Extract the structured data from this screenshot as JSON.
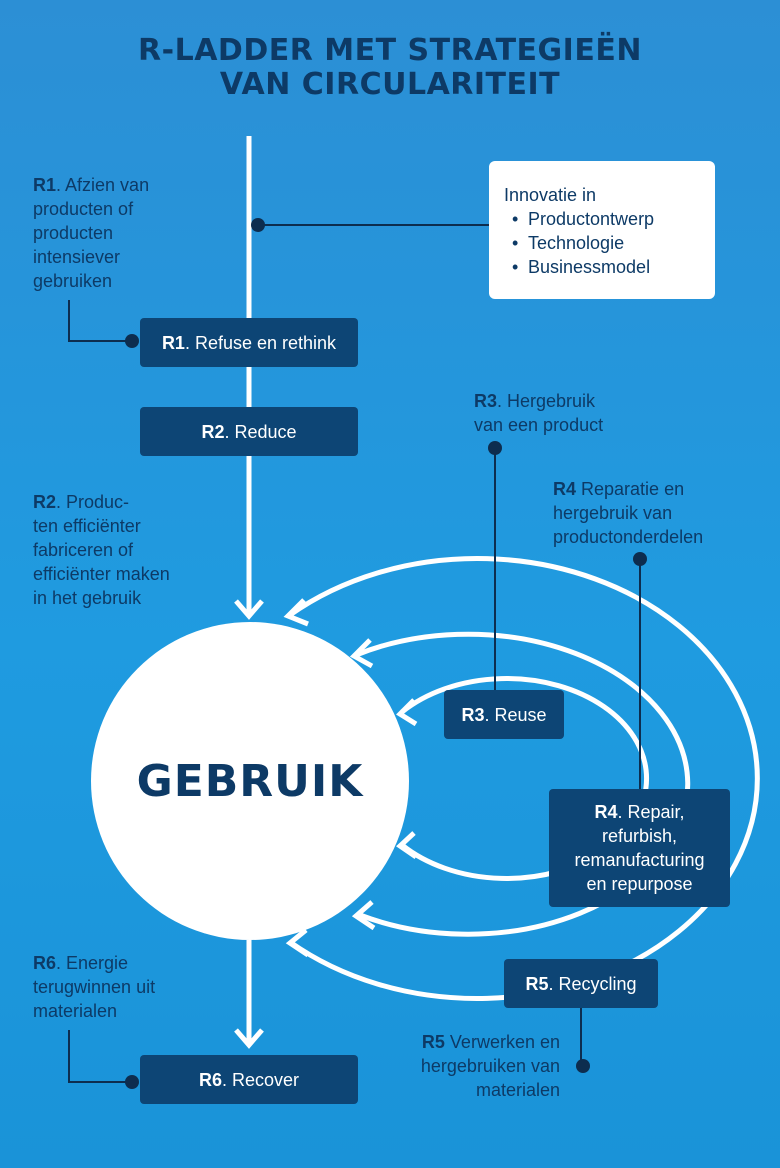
{
  "title": {
    "line1": "R-LADDER MET STRATEGIEËN",
    "line2": "VAN CIRCULARITEIT"
  },
  "innovation": {
    "heading": "Innovatie in",
    "items": [
      "Productontwerp",
      "Technologie",
      "Businessmodel"
    ]
  },
  "center_label": "GEBRUIK",
  "boxes": {
    "r1": {
      "code": "R1",
      "label": ". Refuse en rethink"
    },
    "r2": {
      "code": "R2",
      "label": ". Reduce"
    },
    "r3": {
      "code": "R3",
      "label": ". Reuse"
    },
    "r4": {
      "code": "R4",
      "label": ". Repair,",
      "line2": "refurbish,",
      "line3": "remanufacturing",
      "line4": "en repurpose"
    },
    "r5": {
      "code": "R5",
      "label": ". Recycling"
    },
    "r6": {
      "code": "R6",
      "label": ". Recover"
    }
  },
  "notes": {
    "r1": {
      "code": "R1",
      "line1": ". Afzien van",
      "line2": "producten of",
      "line3": "producten",
      "line4": "intensiever",
      "line5": "gebruiken"
    },
    "r2": {
      "code": "R2",
      "line1": ". Produc-",
      "line2": "ten efficiënter",
      "line3": "fabriceren of",
      "line4": "efficiënter maken",
      "line5": "in het gebruik"
    },
    "r3": {
      "code": "R3",
      "line1": ". Hergebruik",
      "line2": "van een product"
    },
    "r4": {
      "code": "R4",
      "line1": " Reparatie en",
      "line2": "hergebruik van",
      "line3": "productonderdelen"
    },
    "r5": {
      "code": "R5",
      "line1": " Verwerken en",
      "line2": "hergebruiken van",
      "line3": "materialen"
    },
    "r6": {
      "code": "R6",
      "line1": ". Energie",
      "line2": "terugwinnen uit",
      "line3": "materialen"
    }
  },
  "colors": {
    "background": "#1f9be0",
    "navy": "#0d4575",
    "text": "#0d3a66",
    "white": "#ffffff"
  }
}
